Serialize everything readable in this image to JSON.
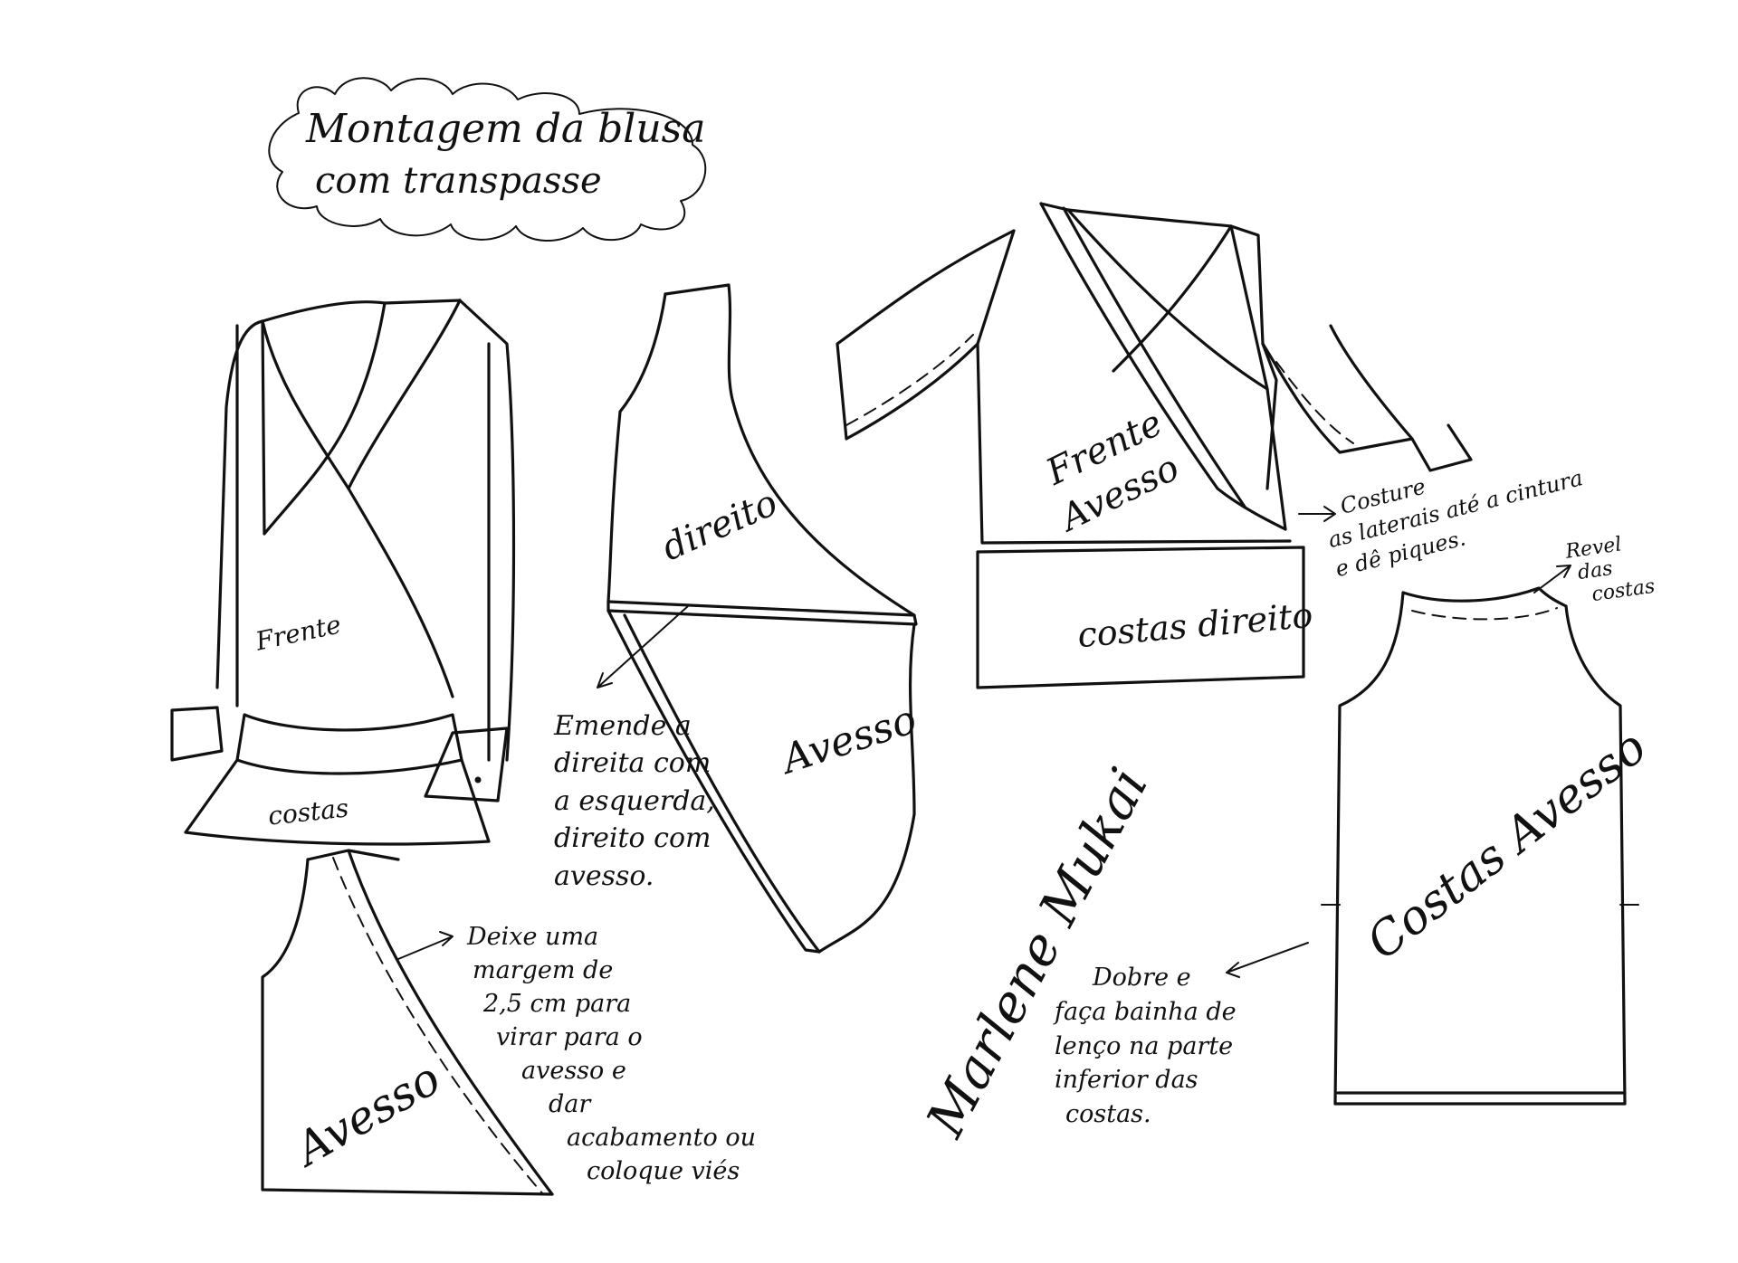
{
  "title": {
    "line1": "Montagem da blusa",
    "line2": "com transpasse"
  },
  "labels": {
    "frente": "Frente",
    "costas": "costas",
    "direito": "direito",
    "avesso_piece": "Avesso",
    "frente_avesso_1": "Frente",
    "frente_avesso_2": "Avesso",
    "costas_direito": "costas direito",
    "costas_avesso": "Costas Avesso",
    "avesso_bottom": "Avesso"
  },
  "notes": {
    "emende": [
      "Emende a",
      "direita com",
      "a esquerda,",
      "direito com",
      "avesso."
    ],
    "costure": [
      "Costure",
      "as laterais até a cintura",
      "e dê piques."
    ],
    "revel": [
      "Revel",
      "das",
      "costas"
    ],
    "deixe": [
      "Deixe uma",
      "margem de",
      "2,5 cm para",
      "virar para o",
      "avesso e",
      "dar",
      "acabamento ou",
      "coloque viés"
    ],
    "dobre": [
      "Dobre e",
      "faça bainha de",
      "lenço na parte",
      "inferior das",
      "costas."
    ]
  },
  "signature": "Marlene Mukai"
}
